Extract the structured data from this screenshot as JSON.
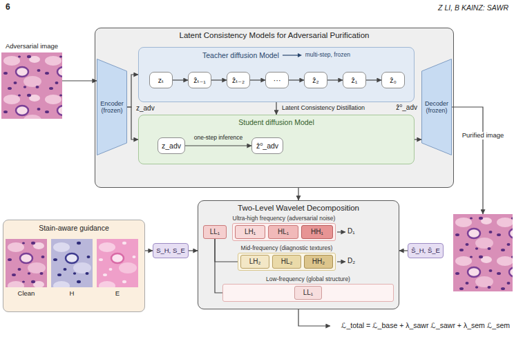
{
  "diagram": {
    "nodes": [
      {
        "text": [
          "Latent Consistency Models for Adversarial Purification"
        ]
      },
      {
        "text": [
          "Teacher diffusion Model",
          "multi-step, frozen"
        ],
        "in": 0
      },
      {
        "text": [
          "zₜ"
        ],
        "in": 1
      },
      {
        "text": [
          "ẑₜ₋₁"
        ],
        "in": 1
      },
      {
        "text": [
          "ẑₜ₋₂"
        ],
        "in": 1
      },
      {
        "text": [
          "⋯"
        ],
        "in": 1
      },
      {
        "text": [
          "ẑ₂"
        ],
        "in": 1
      },
      {
        "text": [
          "ẑ₁"
        ],
        "in": 1
      },
      {
        "text": [
          "ẑ₀"
        ],
        "in": 1
      },
      {
        "text": [
          "Student diffusion Model"
        ],
        "in": 0
      },
      {
        "text": [
          "z_adv"
        ],
        "in": 9
      },
      {
        "text": [
          "ẑ⁰_adv"
        ],
        "in": 9
      },
      {
        "text": [
          "Encoder (frozen)"
        ],
        "in": 0
      },
      {
        "text": [
          "Decoder (frozen)"
        ],
        "in": 0
      },
      {
        "text": [
          "Adversarial image"
        ]
      },
      {
        "text": [
          "Purified image"
        ]
      },
      {
        "text": [
          "Two-Level Wavelet Decomposition"
        ]
      },
      {
        "text": [
          "LL₁"
        ],
        "in": 16
      },
      {
        "text": [
          "Ultra-high frequency (adversarial noise)"
        ],
        "in": 16
      },
      {
        "text": [
          "LH₁"
        ],
        "in": 18
      },
      {
        "text": [
          "HL₁"
        ],
        "in": 18
      },
      {
        "text": [
          "HH₁"
        ],
        "in": 18
      },
      {
        "text": [
          "Mid-frequency (diagnostic textures)"
        ],
        "in": 16
      },
      {
        "text": [
          "LH₂"
        ],
        "in": 22
      },
      {
        "text": [
          "HL₂"
        ],
        "in": 22
      },
      {
        "text": [
          "HH₂"
        ],
        "in": 22
      },
      {
        "text": [
          "Low-frequency (global structure)"
        ],
        "in": 16
      },
      {
        "text": [
          "LL₁"
        ],
        "in": 26
      },
      {
        "text": [
          "Stain-aware guidance"
        ]
      },
      {
        "text": [
          "Clean"
        ],
        "in": 28
      },
      {
        "text": [
          "H"
        ],
        "in": 28
      },
      {
        "text": [
          "E"
        ],
        "in": 28
      },
      {
        "text": [
          "S_H, S_E"
        ]
      },
      {
        "text": [
          "Ŝ_H, Ŝ_E"
        ]
      }
    ],
    "edges": [
      {
        "from": 14,
        "to": 12,
        "arrow": "to"
      },
      {
        "from": 12,
        "to": 1,
        "arrow": "to",
        "label": "z_adv"
      },
      {
        "from": 12,
        "to": 9,
        "arrow": "to"
      },
      {
        "from": 2,
        "to": 3,
        "arrow": "to"
      },
      {
        "from": 3,
        "to": 4,
        "arrow": "to"
      },
      {
        "from": 4,
        "to": 5,
        "arrow": "to"
      },
      {
        "from": 5,
        "to": 6,
        "arrow": "to"
      },
      {
        "from": 6,
        "to": 7,
        "arrow": "to"
      },
      {
        "from": 7,
        "to": 8,
        "arrow": "to"
      },
      {
        "from": 1,
        "to": 9,
        "arrow": "to",
        "label": "Latent Consistency Distillation"
      },
      {
        "from": 10,
        "to": 11,
        "arrow": "to",
        "label": "one-step inference"
      },
      {
        "from": 9,
        "to": 13,
        "arrow": "to",
        "label": "ẑ⁰_adv"
      },
      {
        "from": 13,
        "to": 15,
        "arrow": "to"
      },
      {
        "from": 0,
        "to": 16,
        "arrow": "to"
      },
      {
        "from": 17,
        "to": 22,
        "arrow": "none"
      },
      {
        "from": 17,
        "to": 26,
        "arrow": "none"
      },
      {
        "from": 28,
        "to": 32,
        "arrow": "to"
      },
      {
        "from": 32,
        "to": 16,
        "arrow": "to"
      },
      {
        "from": 33,
        "to": 16,
        "arrow": "to"
      }
    ],
    "labels": [
      "6",
      "Z LI, B KAINZ: SAWR",
      "D₁",
      "D₂",
      "ℒ_total = ℒ_base + λ_sawr ℒ_sawr + λ_sem ℒ_sem"
    ]
  }
}
